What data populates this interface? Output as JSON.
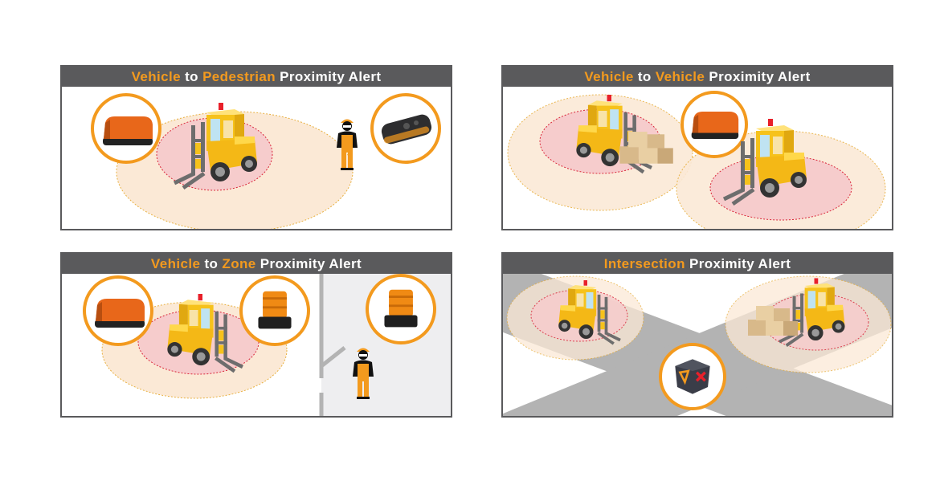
{
  "panels": [
    {
      "title": [
        {
          "text": "Vehicle"
        },
        {
          "text": " to "
        },
        {
          "text": "Pedestrian"
        },
        {
          "text": " Proximity Alert"
        }
      ]
    },
    {
      "title": [
        {
          "text": "Vehicle"
        },
        {
          "text": " to "
        },
        {
          "text": "Vehicle"
        },
        {
          "text": " Proximity Alert"
        }
      ]
    },
    {
      "title": [
        {
          "text": "Vehicle"
        },
        {
          "text": " to "
        },
        {
          "text": "Zone"
        },
        {
          "text": " Proximity Alert"
        }
      ]
    },
    {
      "title": [
        {
          "text": "Intersection"
        },
        {
          "text": " Proximity Alert"
        }
      ]
    }
  ],
  "colors": {
    "accent": "#f39a1e",
    "header": "#5a5a5c",
    "warning_zone": "#fbe9d6",
    "danger_zone": "#f6cccc"
  }
}
